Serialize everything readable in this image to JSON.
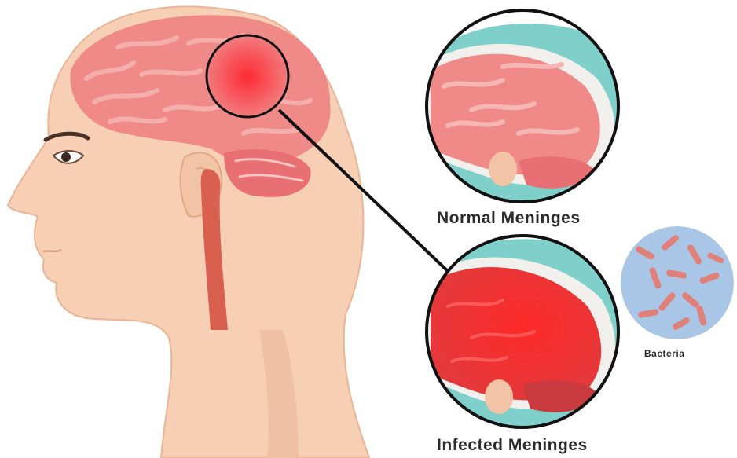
{
  "labels": {
    "normal": "Normal Meninges",
    "infected": "Infected Meninges",
    "bacteria": "Bacteria"
  },
  "colors": {
    "skin": "#f6cfb4",
    "skin_shadow": "#eab496",
    "brain": "#ef8a88",
    "brain_fold": "#f4a9a6",
    "brain_infected": "#e8383a",
    "meninges": "#7fd0cb",
    "bacteria_bg": "#a9c6e6",
    "bacteria_rod": "#e0807a",
    "outline": "#111111"
  },
  "icons": [
    "head-silhouette",
    "brain",
    "magnifier-circle",
    "bacteria-cluster"
  ]
}
